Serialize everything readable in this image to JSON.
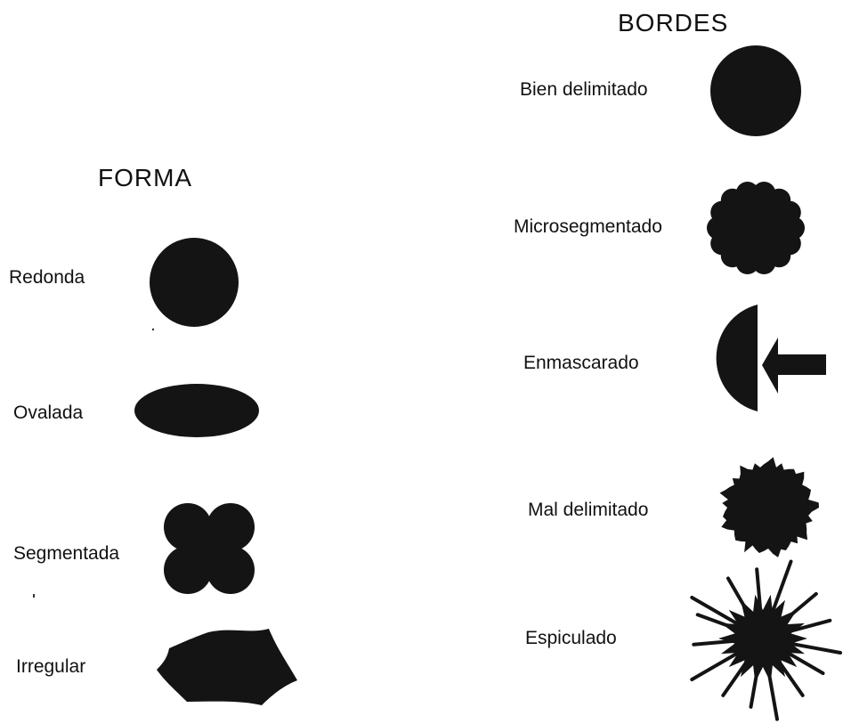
{
  "forma": {
    "title": "FORMA",
    "items": [
      {
        "label": "Redonda",
        "icon": "round-shape"
      },
      {
        "label": "Ovalada",
        "icon": "oval-shape"
      },
      {
        "label": "Segmentada",
        "icon": "segmented-shape"
      },
      {
        "label": "Irregular",
        "icon": "irregular-shape"
      }
    ]
  },
  "bordes": {
    "title": "BORDES",
    "items": [
      {
        "label": "Bien delimitado",
        "icon": "well-defined-margin"
      },
      {
        "label": "Microsegmentado",
        "icon": "microlobulated-margin"
      },
      {
        "label": "Enmascarado",
        "icon": "obscured-margin"
      },
      {
        "label": "Mal delimitado",
        "icon": "ill-defined-margin"
      },
      {
        "label": "Espiculado",
        "icon": "spiculated-margin"
      }
    ]
  },
  "colors": {
    "shape_fill": "#141414",
    "background": "#ffffff"
  }
}
